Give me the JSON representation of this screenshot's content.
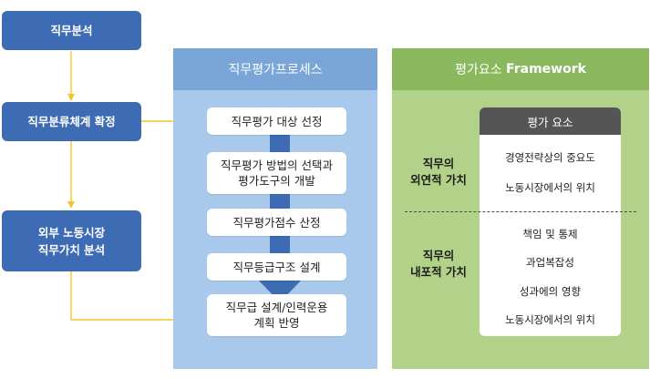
{
  "left_steps": [
    {
      "label": "직무분석"
    },
    {
      "label": "직무분류체계 확정"
    },
    {
      "label": "외부 노동시장\n직무가치 분석"
    }
  ],
  "process": {
    "title": "직무평가프로세스",
    "steps": [
      "직무평가 대상 선정",
      "직무평가 방법의 선택과\n평가도구의 개발",
      "직무평가점수 산정",
      "직무등급구조 설계",
      "직무급 설계/인력운용\n계획 반영"
    ]
  },
  "framework": {
    "title_prefix": "평가요소 ",
    "title_bold": "Framework",
    "factors_header": "평가 요소",
    "groups": [
      {
        "label": "직무의\n외연적 가치",
        "items": [
          "경영전략상의 중요도",
          "노동시장에서의 위치"
        ]
      },
      {
        "label": "직무의\n내포적 가치",
        "items": [
          "책임 및 통제",
          "과업복잡성",
          "성과에의 영향",
          "노동시장에서의 위치"
        ]
      }
    ]
  },
  "colors": {
    "left_box": "#3e6cb4",
    "arrow": "#f4c430",
    "process_panel": "#a8c8ec",
    "process_header": "#79a6d7",
    "process_arrow": "#3e6cb4",
    "framework_panel": "#b3d289",
    "framework_header": "#8bb85c",
    "factors_header": "#555555"
  }
}
